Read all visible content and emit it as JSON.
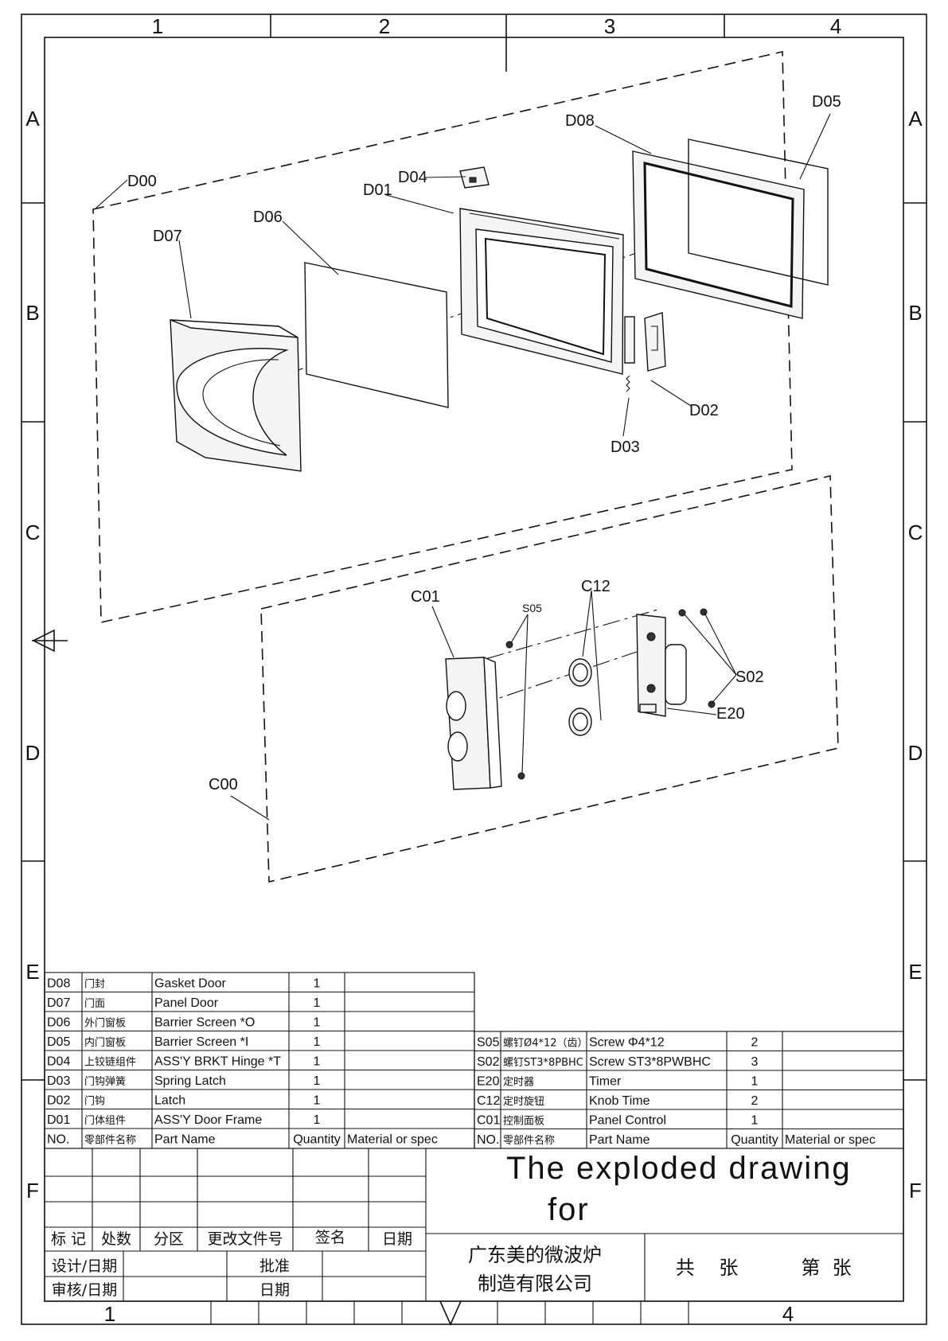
{
  "border": {
    "top_columns": [
      "1",
      "2",
      "3",
      "4"
    ],
    "bottom_columns": [
      "1",
      "4"
    ],
    "rows": [
      "A",
      "B",
      "C",
      "D",
      "E",
      "F"
    ]
  },
  "callouts": {
    "D00": "D00",
    "D01": "D01",
    "D02": "D02",
    "D03": "D03",
    "D04": "D04",
    "D05": "D05",
    "D06": "D06",
    "D07": "D07",
    "D08": "D08",
    "C00": "C00",
    "C01": "C01",
    "C12": "C12",
    "S05": "S05",
    "S02": "S02",
    "E20": "E20"
  },
  "bom_left": {
    "rows": [
      {
        "no": "D08",
        "cn": "门封",
        "name": "Gasket Door",
        "qty": "1",
        "spec": ""
      },
      {
        "no": "D07",
        "cn": "门面",
        "name": "Panel Door",
        "qty": "1",
        "spec": ""
      },
      {
        "no": "D06",
        "cn": "外门窗板",
        "name": "Barrier Screen *O",
        "qty": "1",
        "spec": ""
      },
      {
        "no": "D05",
        "cn": "内门窗板",
        "name": "Barrier Screen *I",
        "qty": "1",
        "spec": ""
      },
      {
        "no": "D04",
        "cn": "上铰链组件",
        "name": "ASS'Y BRKT Hinge *T",
        "qty": "1",
        "spec": ""
      },
      {
        "no": "D03",
        "cn": "门钩弹簧",
        "name": "Spring Latch",
        "qty": "1",
        "spec": ""
      },
      {
        "no": "D02",
        "cn": "门钩",
        "name": "Latch",
        "qty": "1",
        "spec": ""
      },
      {
        "no": "D01",
        "cn": "门体组件",
        "name": "ASS'Y Door Frame",
        "qty": "1",
        "spec": ""
      }
    ],
    "header": {
      "no": "NO.",
      "cn": "零部件名称",
      "name": "Part Name",
      "qty": "Quantity",
      "spec": "Material or spec"
    }
  },
  "bom_right": {
    "rows": [
      {
        "no": "S05",
        "cn": "螺钉Ø4*12（齿）",
        "name": "Screw Φ4*12",
        "qty": "2",
        "spec": ""
      },
      {
        "no": "S02",
        "cn": "螺钉ST3*8PBHC",
        "name": "Screw ST3*8PWBHC",
        "qty": "3",
        "spec": ""
      },
      {
        "no": "E20",
        "cn": "定时器",
        "name": "Timer",
        "qty": "1",
        "spec": ""
      },
      {
        "no": "C12",
        "cn": "定时旋钮",
        "name": "Knob Time",
        "qty": "2",
        "spec": ""
      },
      {
        "no": "C01",
        "cn": "控制面板",
        "name": "Panel Control",
        "qty": "1",
        "spec": ""
      }
    ],
    "header": {
      "no": "NO.",
      "cn": "零部件名称",
      "name": "Part Name",
      "qty": "Quantity",
      "spec": "Material or spec"
    }
  },
  "title_block": {
    "title_line1": "The exploded drawing",
    "title_line2": "for",
    "revision_headers": [
      "标 记",
      "处数",
      "分区",
      "更改文件号",
      "签名",
      "日期"
    ],
    "design_date": "设计/日期",
    "review_date": "审核/日期",
    "approve": "批准",
    "date": "日期",
    "company_line1": "广东美的微波炉",
    "company_line2": "制造有限公司",
    "total_sheets": "共    张",
    "sheet_no": "第  张"
  }
}
